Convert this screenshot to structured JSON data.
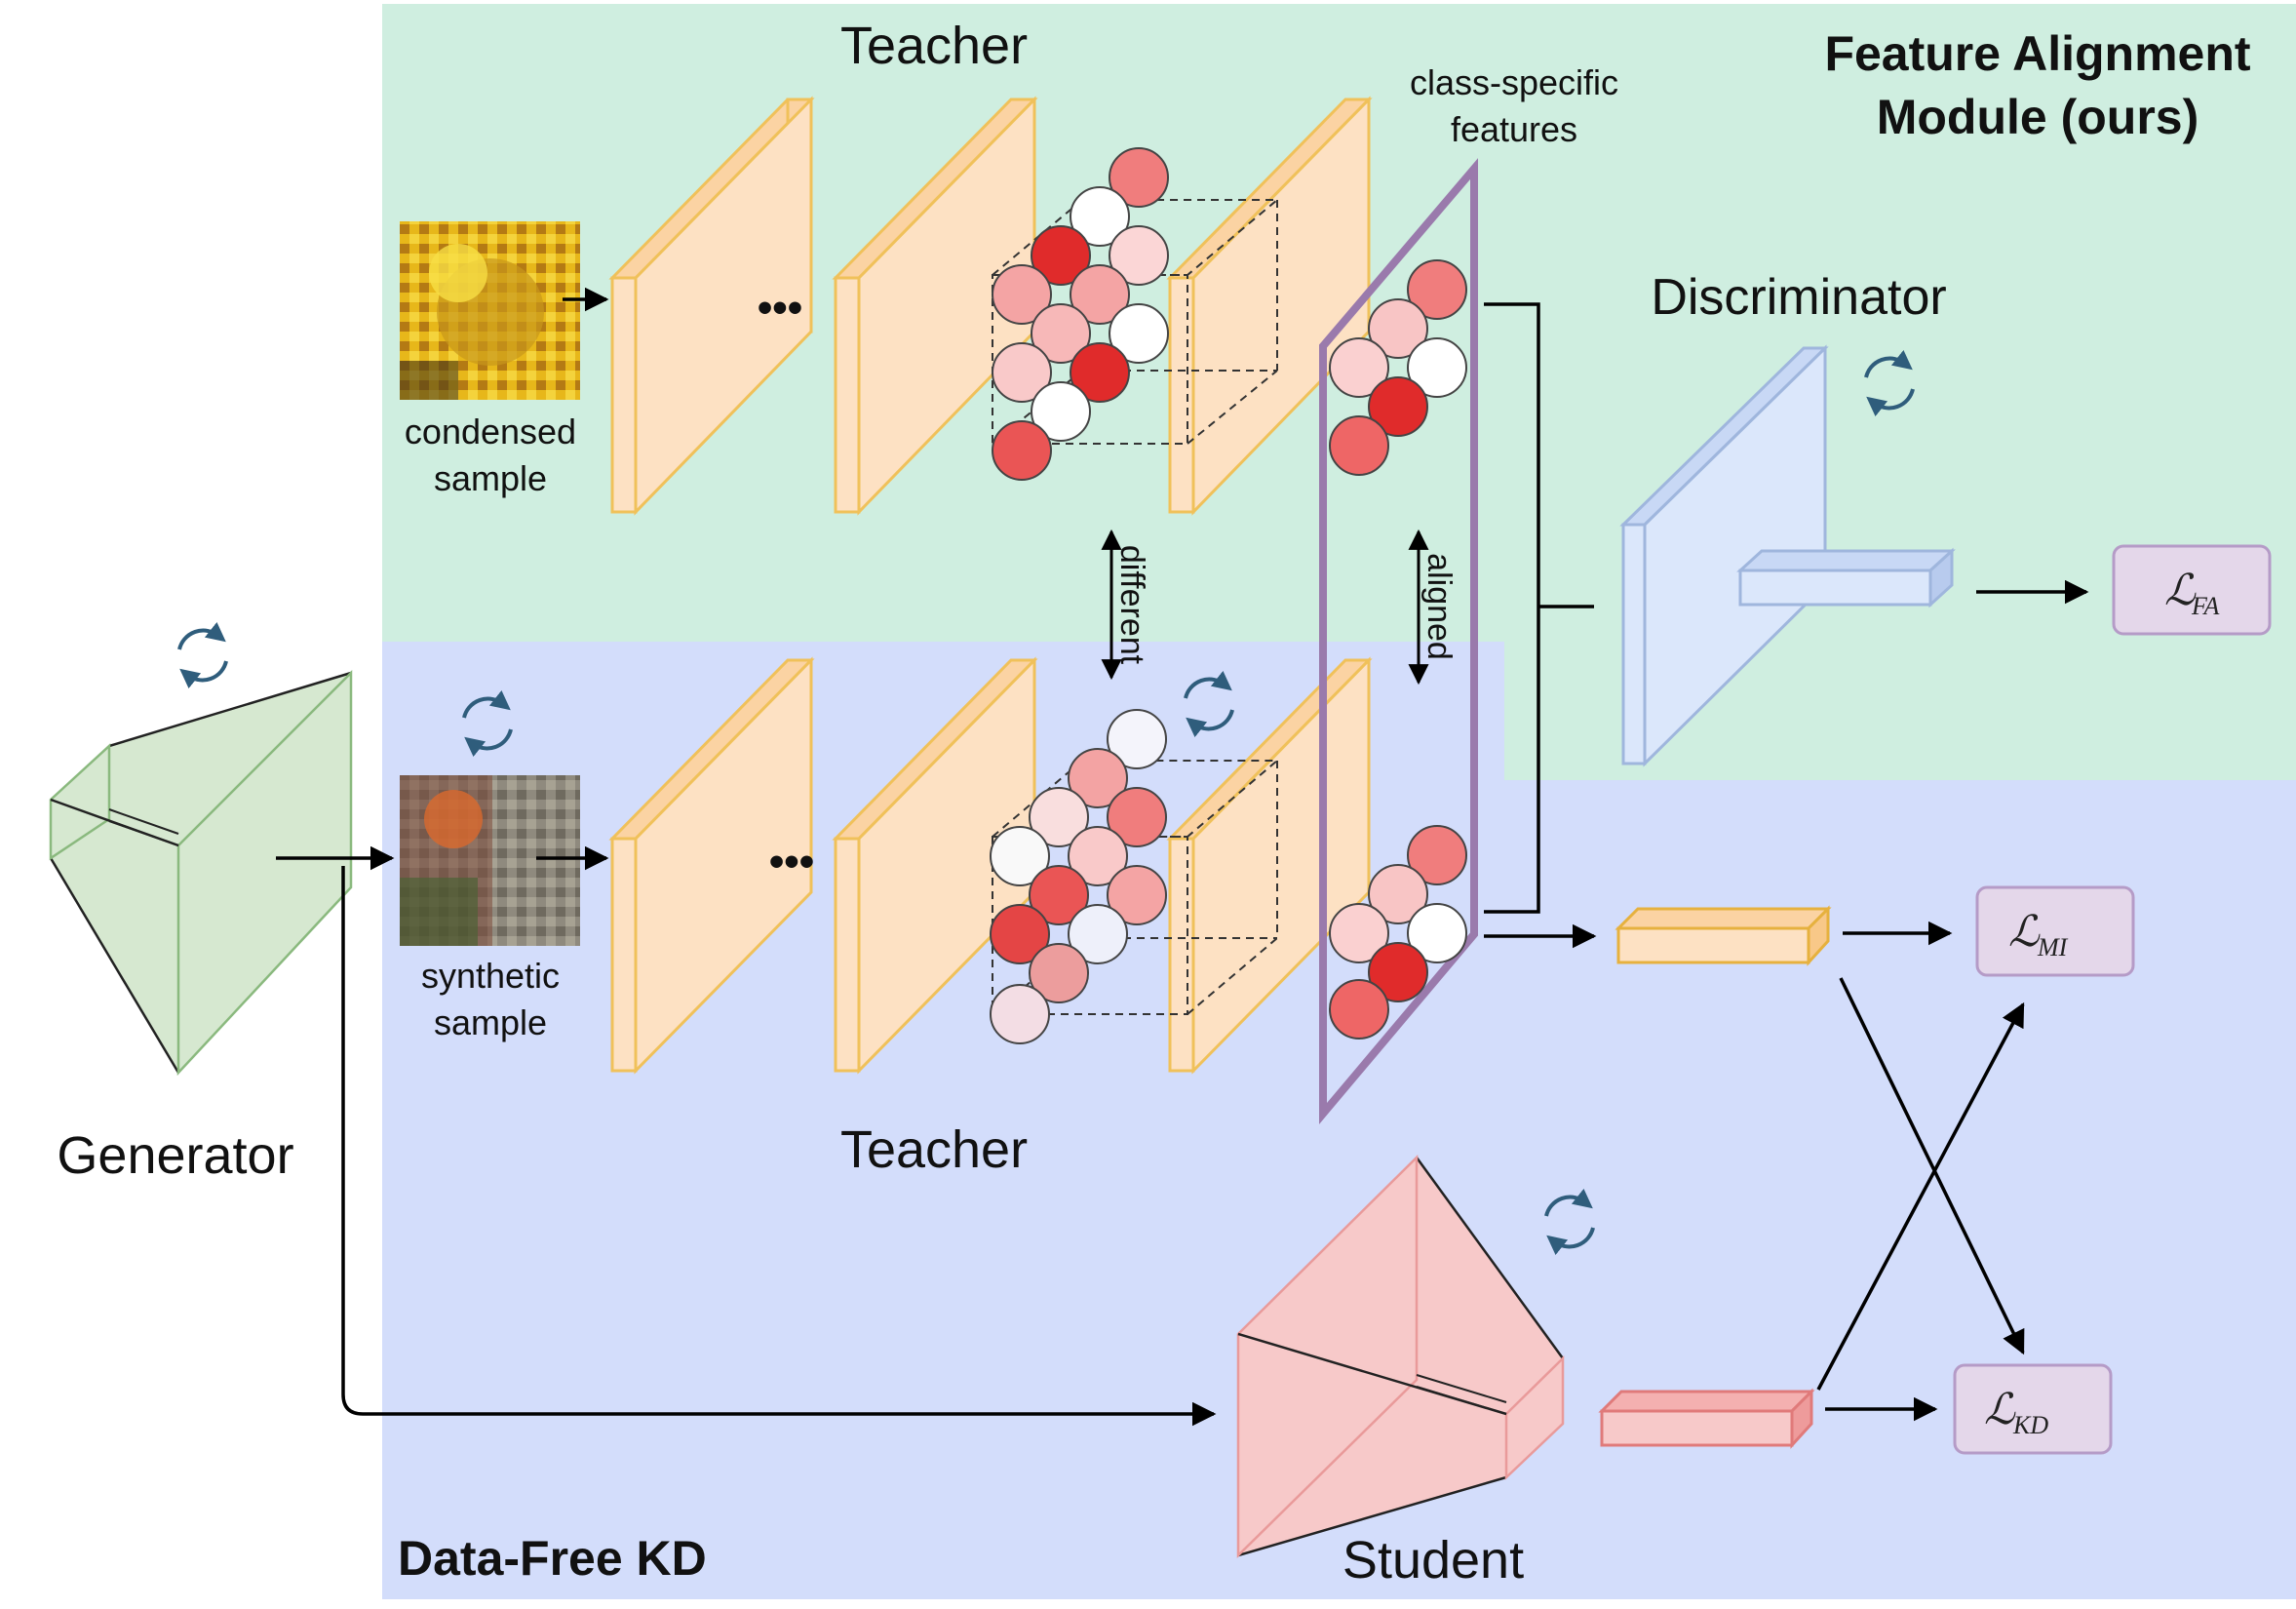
{
  "regions": {
    "feature_alignment_title_line1": "Feature Alignment",
    "feature_alignment_title_line2": "Module (ours)",
    "data_free_kd_title": "Data-Free KD"
  },
  "labels": {
    "teacher_top": "Teacher",
    "teacher_bottom": "Teacher",
    "generator": "Generator",
    "student": "Student",
    "discriminator": "Discriminator",
    "class_specific_line1": "class-specific",
    "class_specific_line2": "features",
    "condensed_line1": "condensed",
    "condensed_line2": "sample",
    "synthetic_line1": "synthetic",
    "synthetic_line2": "sample",
    "different": "different",
    "aligned": "aligned",
    "ellipsis_top": "•••",
    "ellipsis_bottom": "•••"
  },
  "losses": {
    "fa": {
      "main": "ℒ",
      "sub": "FA"
    },
    "mi": {
      "main": "ℒ",
      "sub": "MI"
    },
    "kd": {
      "main": "ℒ",
      "sub": "KD"
    }
  },
  "colors": {
    "alignment_bg": "#cfeee0",
    "kd_bg": "#d3ddfb",
    "teacher_layer": "#fde1c3",
    "teacher_layer_stroke": "#f0c15a",
    "generator": "#d6e8d0",
    "discriminator": "#dbe7fb",
    "student": "#f7c9c9",
    "loss_box": "#e4d7ea",
    "purple_plane": "#9a7aac",
    "update_icon": "#2f5d7c"
  }
}
